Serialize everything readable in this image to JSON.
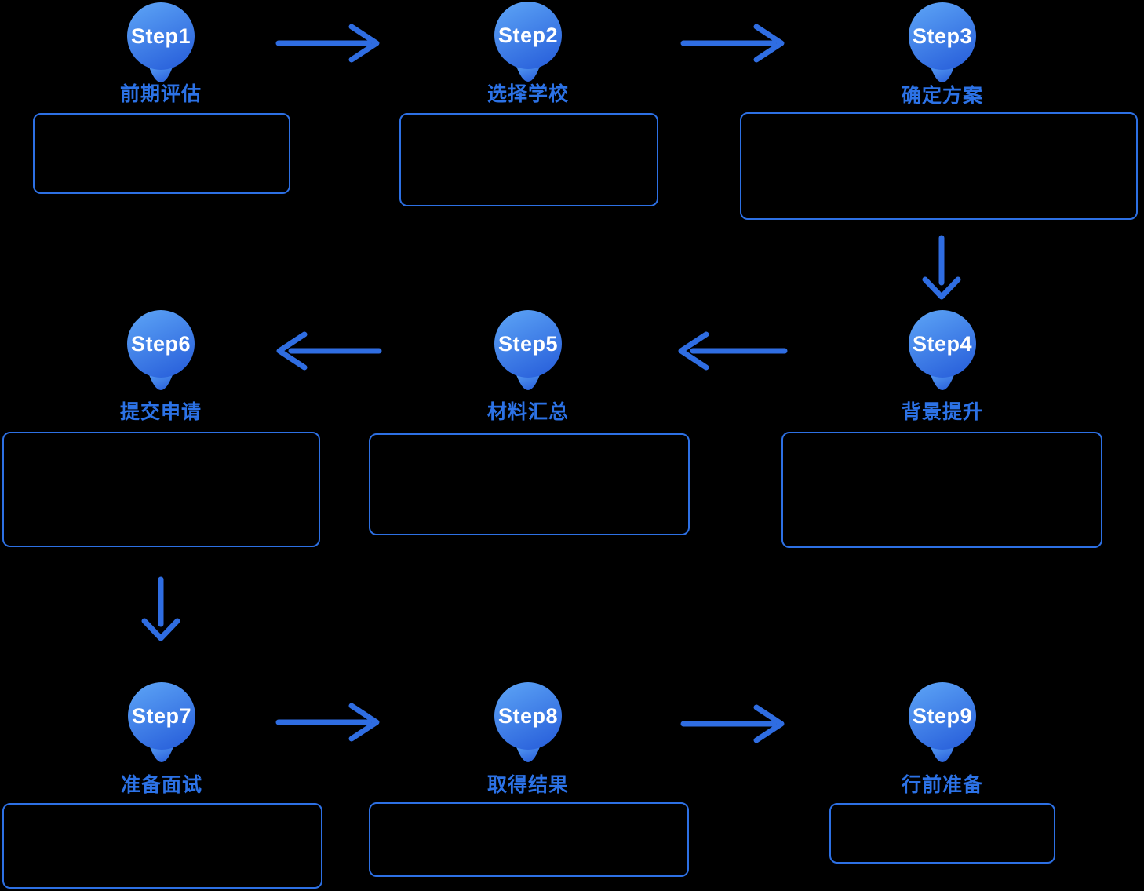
{
  "flow": {
    "steps": [
      {
        "id": "Step1",
        "label": "前期评估"
      },
      {
        "id": "Step2",
        "label": "选择学校"
      },
      {
        "id": "Step3",
        "label": "确定方案"
      },
      {
        "id": "Step4",
        "label": "背景提升"
      },
      {
        "id": "Step5",
        "label": "材料汇总"
      },
      {
        "id": "Step6",
        "label": "提交申请"
      },
      {
        "id": "Step7",
        "label": "准备面试"
      },
      {
        "id": "Step8",
        "label": "取得结果"
      },
      {
        "id": "Step9",
        "label": "行前准备"
      }
    ]
  },
  "colors": {
    "background": "#000000",
    "arrow": "#2f6de2",
    "box_border": "#2d70e4",
    "label": "#2c72e6",
    "pin_gradient_top": "#5ba2f5",
    "pin_gradient_bottom": "#2b63dc",
    "pin_text": "#ffffff"
  }
}
